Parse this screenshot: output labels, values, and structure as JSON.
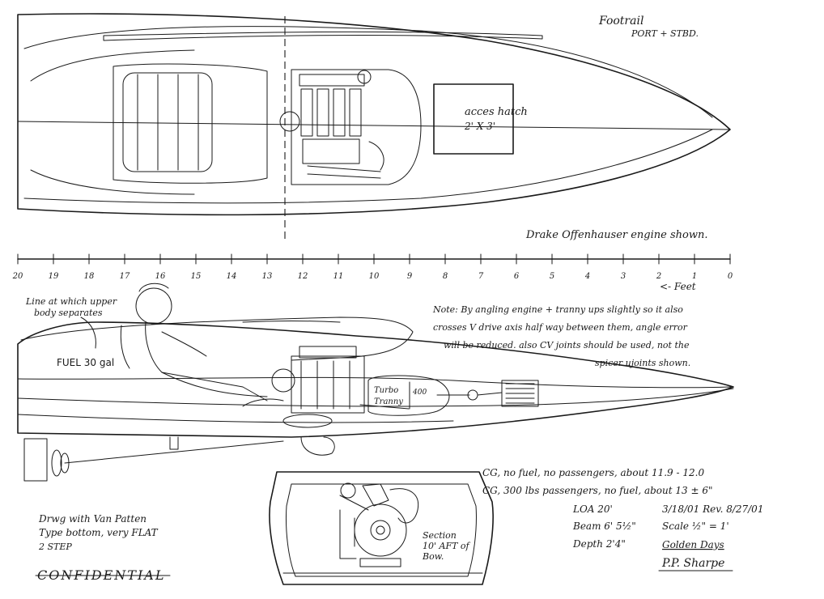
{
  "plan_view": {
    "footrail_label": "Footrail",
    "footrail_sub": "PORT + STBD.",
    "access_hatch": "acces hatch",
    "hatch_size": "2' X 3'",
    "engine_note": "Drake Offenhauser engine shown."
  },
  "scale_bar": {
    "ticks": [
      "20",
      "19",
      "18",
      "17",
      "16",
      "15",
      "14",
      "13",
      "12",
      "11",
      "10",
      "9",
      "8",
      "7",
      "6",
      "5",
      "4",
      "3",
      "2",
      "1",
      "0"
    ],
    "unit_label": "<- Feet"
  },
  "profile_view": {
    "separation_note_1": "Line at which upper",
    "separation_note_2": "body separates",
    "fuel_label": "FUEL 30 gal",
    "turbo_label_1": "Turbo",
    "turbo_label_2": "Tranny",
    "turbo_value": "400",
    "note_lines": [
      "Note: By angling engine + tranny ups slightly so it also",
      "crosses V drive axis half way between them, angle error",
      "will be reduced. also CV joints should be used, not the",
      "spicer ujoints shown."
    ]
  },
  "section_view": {
    "label_1": "Section",
    "label_2": "10' AFT of",
    "label_3": "Bow."
  },
  "specs": {
    "cg_no_fuel": "CG, no fuel, no passengers, about  11.9 - 12.0",
    "cg_passengers": "CG, 300 lbs passengers, no fuel, about 13 ± 6\"",
    "loa": "LOA 20'",
    "beam": "Beam 6' 5½\"",
    "depth": "Depth 2'4\"",
    "dates": "3/18/01 Rev. 8/27/01",
    "scale": "Scale ½\" = 1'",
    "project": "Golden Days",
    "signature": "P.P. Sharpe"
  },
  "bottom_note": {
    "line1": "Drwg with Van Patten",
    "line2": "Type bottom, very FLAT",
    "line3": "2 STEP"
  },
  "stamp": "CONFIDENTIAL"
}
